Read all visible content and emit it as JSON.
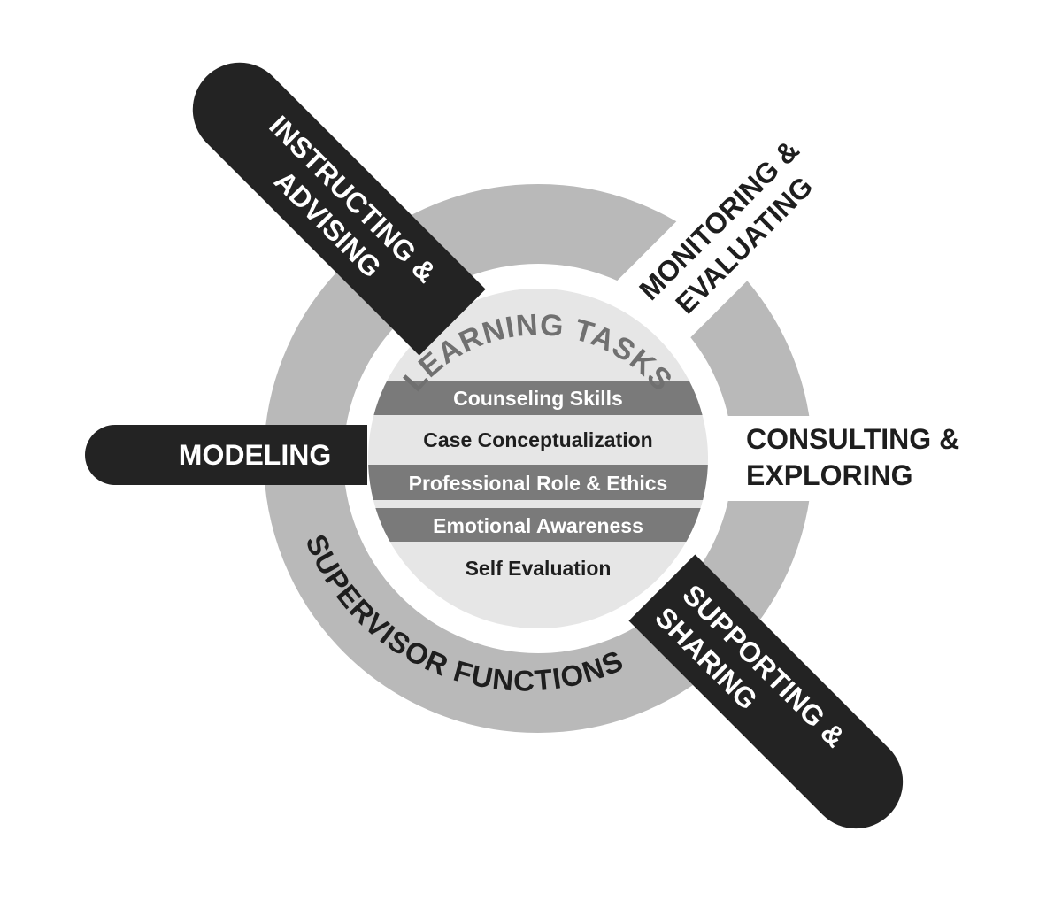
{
  "ring": {
    "inner_title": "LEARNING TASKS",
    "outer_title": "SUPERVISOR FUNCTIONS"
  },
  "tasks": [
    {
      "label": "Counseling Skills"
    },
    {
      "label": "Case Conceptualization"
    },
    {
      "label": "Professional Role & Ethics"
    },
    {
      "label": "Emotional Awareness"
    },
    {
      "label": "Self Evaluation"
    }
  ],
  "functions": {
    "instructing": {
      "line1": "INSTRUCTING &",
      "line2": "ADVISING"
    },
    "monitoring": {
      "line1": "MONITORING &",
      "line2": "EVALUATING"
    },
    "modeling": {
      "line1": "MODELING"
    },
    "consulting": {
      "line1": "CONSULTING &",
      "line2": "EXPLORING"
    },
    "supporting": {
      "line1": "SUPPORTING &",
      "line2": "SHARING"
    }
  },
  "colors": {
    "outer_ring": "#b9b9b9",
    "inner_disc": "#e6e6e6",
    "band_dark": "#7a7a7a",
    "arm": "#232323",
    "text_dark": "#1e1e1e",
    "text_gray": "#707070"
  }
}
